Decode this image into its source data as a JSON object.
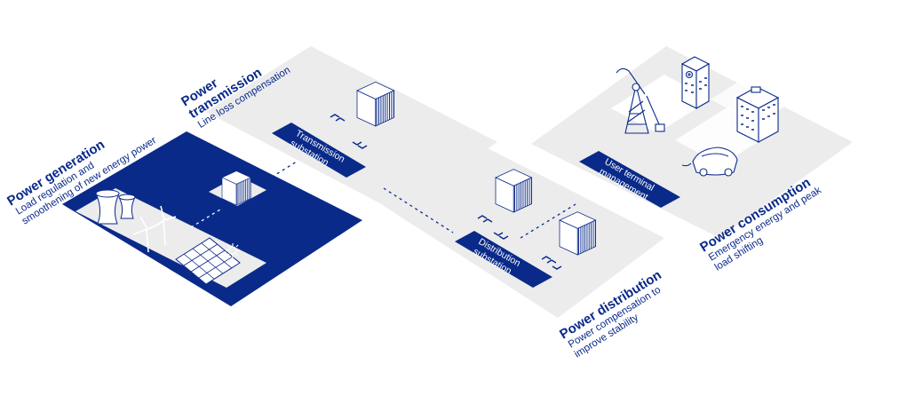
{
  "colors": {
    "brand": "#0a2a8a",
    "tile": "#ececec",
    "white": "#ffffff"
  },
  "sections": {
    "generation": {
      "title": "Power generation",
      "desc_line1": "Load regulation and",
      "desc_line2": "smoothening of new energy power"
    },
    "transmission": {
      "title_line1": "Power",
      "title_line2": "transmission",
      "desc": "Line loss compensation",
      "box_line1": "Transmission",
      "box_line2": "substation"
    },
    "distribution": {
      "title": "Power distribution",
      "desc_line1": "Power compensation to",
      "desc_line2": "improve stability",
      "box_line1": "Distribution",
      "box_line2": "substation"
    },
    "consumption": {
      "title": "Power consumption",
      "desc_line1": "Emergency energy and peak",
      "desc_line2": "load shifting",
      "box_line1": "User terminal",
      "box_line2": "management"
    }
  },
  "icons": [
    "cooling-tower-icon",
    "wind-turbine-icon",
    "solar-panel-icon",
    "sun-icon",
    "battery-cabinet-icon",
    "oil-pump-jack-icon",
    "hospital-icon",
    "office-building-icon",
    "electric-car-icon",
    "chevron-arrows-icon"
  ]
}
